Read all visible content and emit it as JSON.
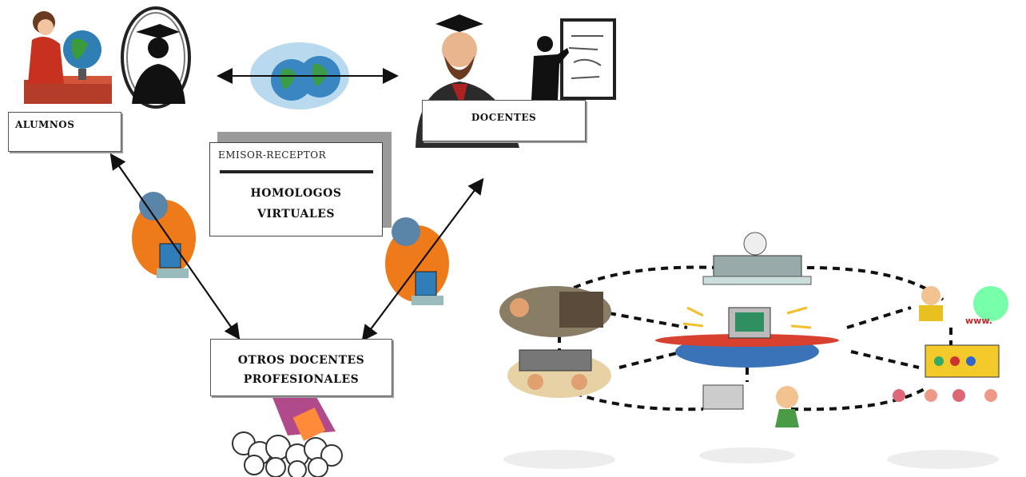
{
  "nodes": {
    "alumnos": "ALUMNOS",
    "docentes": "DOCENTES",
    "otros_line1": "OTROS DOCENTES",
    "otros_line2": "PROFESIONALES"
  },
  "center_box": {
    "label": "EMISOR-RECEPTOR",
    "title_line1": "HOMOLOGOS",
    "title_line2": "VIRTUALES"
  },
  "network_label": "www."
}
